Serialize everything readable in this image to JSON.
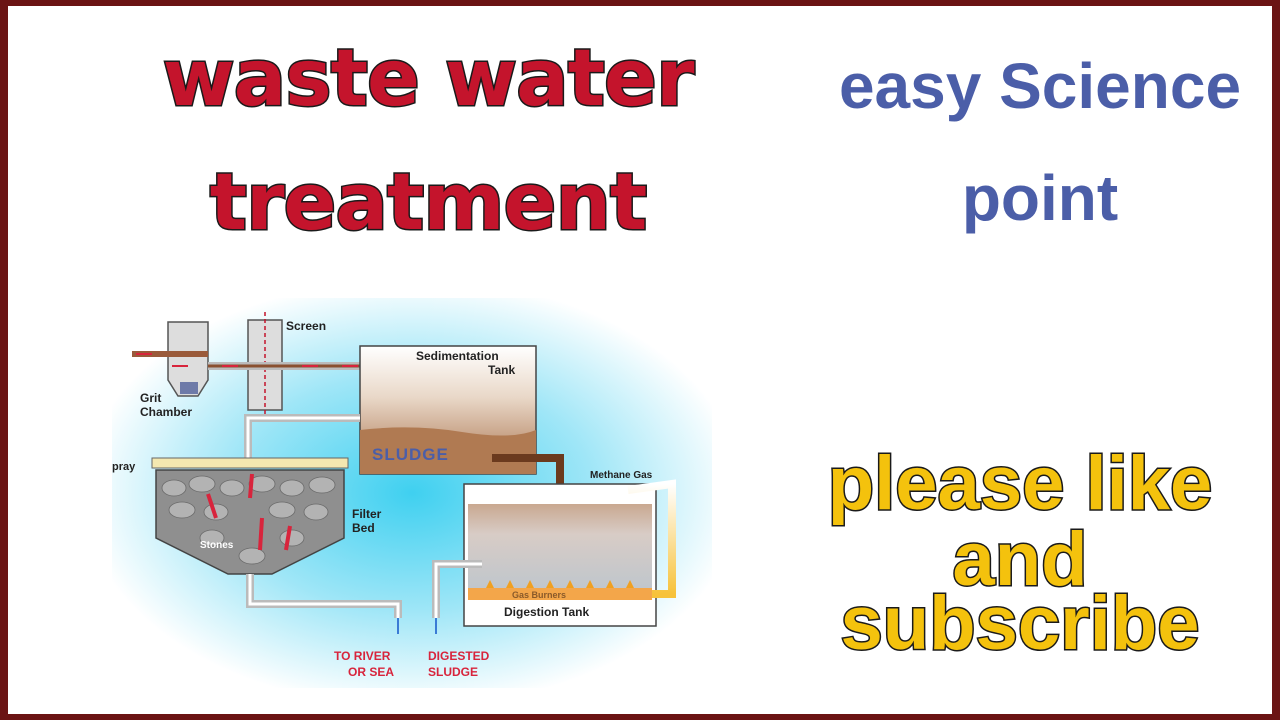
{
  "title": {
    "line1": "waste water",
    "line2": "treatment"
  },
  "brand": {
    "line1": "easy Science",
    "line2": "point"
  },
  "cta": {
    "line1": "please like and",
    "line2": "subscribe"
  },
  "diagram": {
    "screen": "Screen",
    "grit_line1": "Grit",
    "grit_line2": "Chamber",
    "sed_line1": "Sedimentation",
    "sed_line2": "Tank",
    "sludge": "SLUDGE",
    "spray": "pray",
    "filter_line1": "Filter",
    "filter_line2": "Bed",
    "stones": "Stones",
    "methane": "Methane Gas",
    "burners": "Gas Burners",
    "digestion": "Digestion Tank",
    "river_line1": "TO RIVER",
    "river_line2": "OR SEA",
    "digested_line1": "DIGESTED",
    "digested_line2": "SLUDGE"
  },
  "colors": {
    "title": "#c4142c",
    "brand": "#4b5ea8",
    "cta": "#f4c20d",
    "outline": "#1a1a1a",
    "frame": "#6b1414"
  }
}
